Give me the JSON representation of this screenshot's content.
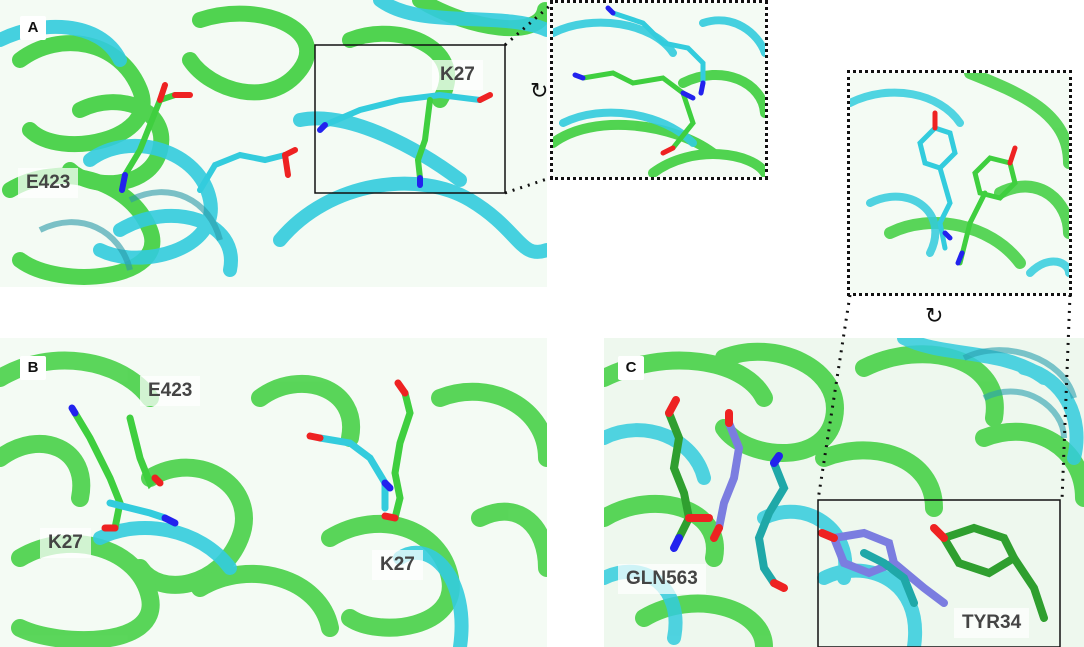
{
  "colors": {
    "green": "#3fcf3f",
    "cyan": "#33ccdd",
    "slate": "#7b7de0",
    "oxygen": "#ee2222",
    "nitrogen": "#2222ee",
    "background": "#ffffff"
  },
  "panels": {
    "a": {
      "tag": "A",
      "label_e423": "E423",
      "label_k27": "K27"
    },
    "b": {
      "tag": "B",
      "label_e423": "E423",
      "label_k27_left": "K27",
      "label_k27_right": "K27"
    },
    "c": {
      "tag": "C",
      "label_gln563": "GLN563",
      "label_tyr34": "TYR34"
    }
  },
  "icons": {
    "rotate_a": "↻",
    "rotate_c": "↻"
  }
}
